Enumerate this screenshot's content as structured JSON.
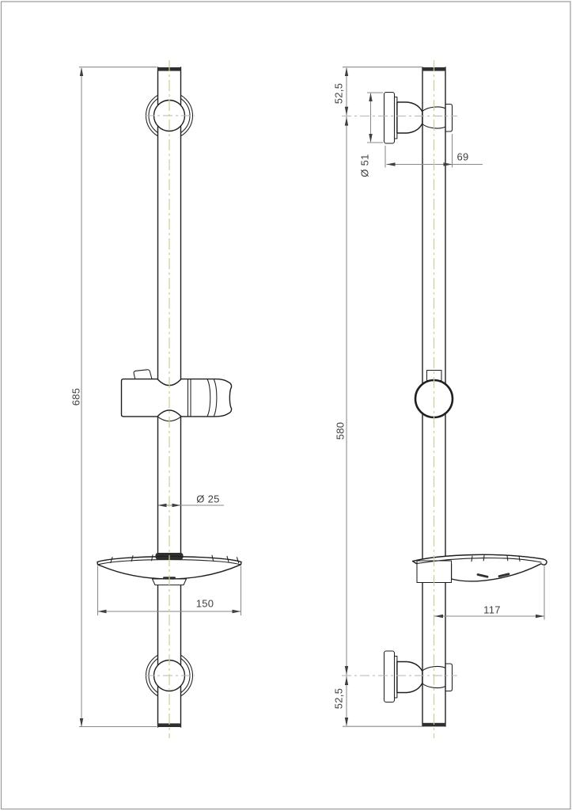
{
  "sheet": {
    "dimensions": {
      "overall_height": "685",
      "rail_diameter": "Ø 25",
      "soap_dish_width": "150",
      "top_end_to_bracket": "52,5",
      "flange_diameter": "Ø 51",
      "bracket_projection": "69",
      "bracket_spacing": "580",
      "soap_dish_projection": "117",
      "bracket_to_bottom_end": "52,5"
    },
    "colors": {
      "outline": "#1f1f1f",
      "dimension_line": "#8a8a8a",
      "arrow": "#3f3f3f",
      "label_text": "#3f3f3f",
      "centerline_axis": "#d0cc9a",
      "centerline_gray": "#b5b5b5",
      "cap_fill": "#2f2f2f",
      "frame": "#9a9a9a",
      "background": "#ffffff"
    }
  }
}
